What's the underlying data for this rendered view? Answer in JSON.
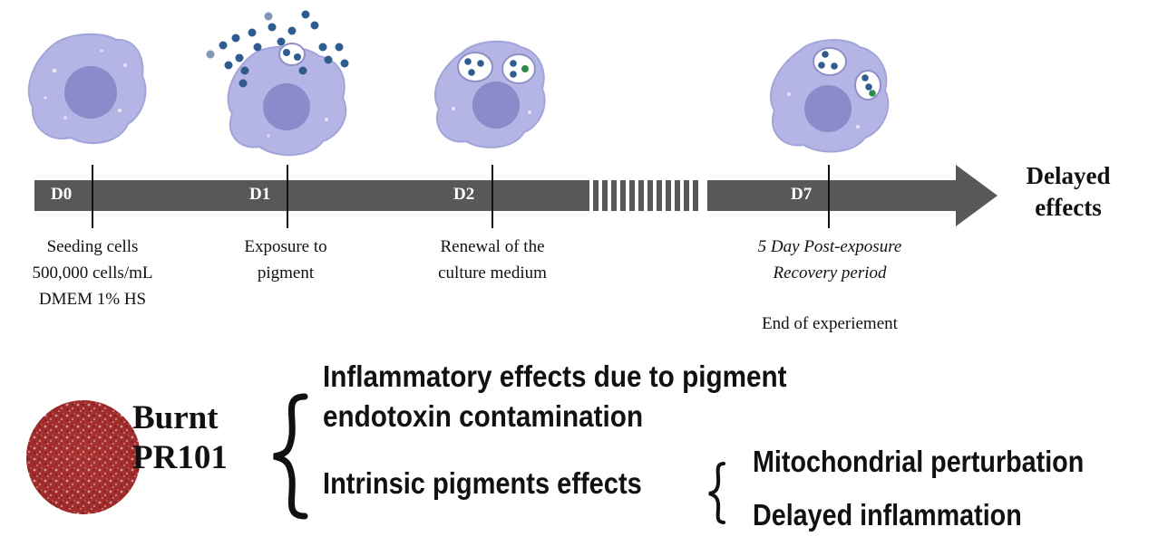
{
  "colors": {
    "cell_fill": "#b4b5e4",
    "cell_edge": "#a3a4da",
    "nucleus": "#8a8bcb",
    "particle": "#2f5b8e",
    "particle_light": "#7f96b5",
    "particle_green": "#2e8a4e",
    "timeline": "#595858",
    "swatch": "#9e2a2a"
  },
  "timeline": {
    "days": [
      {
        "label": "D0",
        "caption": [
          "Seeding cells",
          "500,000 cells/mL",
          "DMEM 1% HS"
        ]
      },
      {
        "label": "D1",
        "caption": [
          "Exposure to",
          "pigment"
        ]
      },
      {
        "label": "D2",
        "caption": [
          "Renewal of the",
          "culture medium"
        ]
      },
      {
        "label": "D7",
        "caption_italic": [
          "5 Day Post-exposure",
          "Recovery period"
        ],
        "note": "End of experiement"
      }
    ],
    "end_label": [
      "Delayed",
      "effects"
    ]
  },
  "pigment": {
    "name_line1": "Burnt",
    "name_line2": "PR101"
  },
  "effects": {
    "inflammatory_line1": "Inflammatory effects due to pigment",
    "inflammatory_line2": "endotoxin contamination",
    "intrinsic": "Intrinsic pigments effects",
    "sub": [
      "Mitochondrial perturbation",
      "Delayed inflammation"
    ]
  }
}
